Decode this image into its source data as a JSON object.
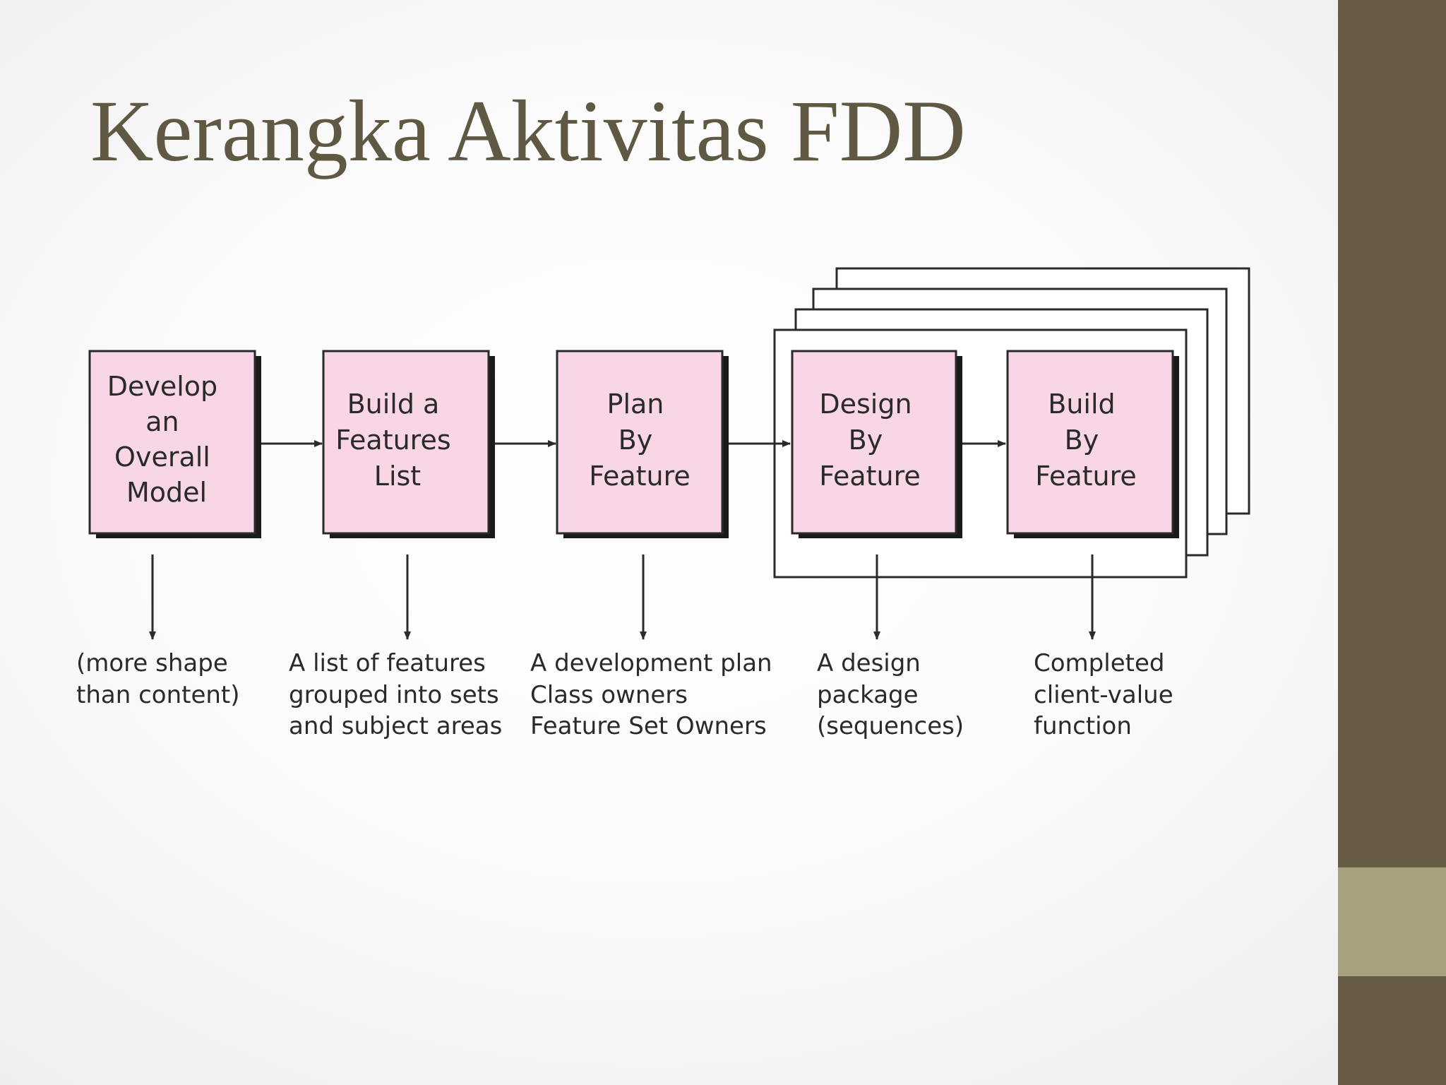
{
  "slide": {
    "title": "Kerangka Aktivitas FDD"
  },
  "colors": {
    "title": "#5f5943",
    "box_fill": "#f8d6e6",
    "sidebar_dark": "#665b44",
    "sidebar_light": "#a8a17e"
  },
  "diagram": {
    "steps": [
      {
        "lines": [
          "Develop",
          "an",
          "Overall",
          "Model"
        ],
        "output": [
          "(more shape",
          "than content)"
        ]
      },
      {
        "lines": [
          "Build a",
          "Features",
          "List"
        ],
        "output": [
          "A list of features",
          "grouped into sets",
          "and subject areas"
        ]
      },
      {
        "lines": [
          "Plan",
          "By",
          "Feature"
        ],
        "output": [
          "A development plan",
          "Class owners",
          "Feature Set Owners"
        ]
      },
      {
        "lines": [
          "Design",
          "By",
          "Feature"
        ],
        "output": [
          "A design",
          "package",
          "(sequences)"
        ]
      },
      {
        "lines": [
          "Build",
          "By",
          "Feature"
        ],
        "output": [
          "Completed",
          "client-value",
          "function"
        ]
      }
    ]
  }
}
